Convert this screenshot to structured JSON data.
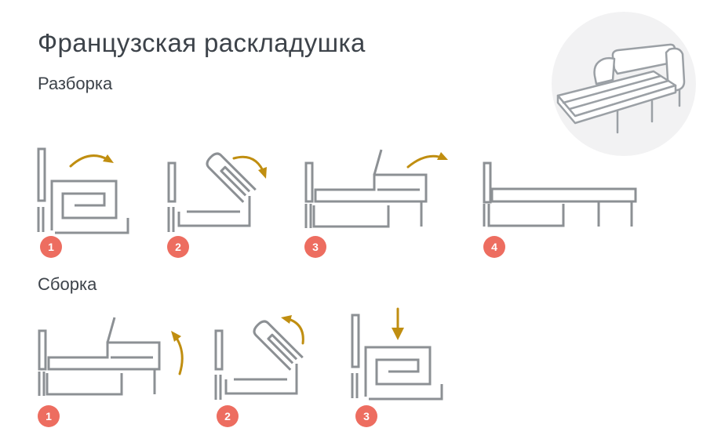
{
  "page": {
    "title": "Французская раскладушка",
    "background": "#ffffff"
  },
  "colors": {
    "text": "#3d434a",
    "diagram_line": "#8c9094",
    "arrow": "#c08e10",
    "badge_bg": "#ed6d60",
    "badge_text": "#ffffff",
    "hero_circle_bg": "#f2f2f3",
    "hero_line": "#9ba0a5"
  },
  "hero": {
    "icon": "sofa-bed-unfolded-icon"
  },
  "sections": [
    {
      "label": "Разборка",
      "steps": [
        {
          "number": "1",
          "icon": "sofa-folded",
          "arrow": "arc-right-over-top"
        },
        {
          "number": "2",
          "icon": "sofa-tilted-45deg",
          "arrow": "arc-down-right"
        },
        {
          "number": "3",
          "icon": "sofa-half-unfolded",
          "arrow": "arc-up-right"
        },
        {
          "number": "4",
          "icon": "sofa-fully-unfolded",
          "arrow": "none"
        }
      ]
    },
    {
      "label": "Сборка",
      "steps": [
        {
          "number": "1",
          "icon": "sofa-half-unfolded",
          "arrow": "arc-up"
        },
        {
          "number": "2",
          "icon": "sofa-tilted-45deg",
          "arrow": "arc-up-left"
        },
        {
          "number": "3",
          "icon": "sofa-folded",
          "arrow": "straight-down"
        }
      ]
    }
  ]
}
